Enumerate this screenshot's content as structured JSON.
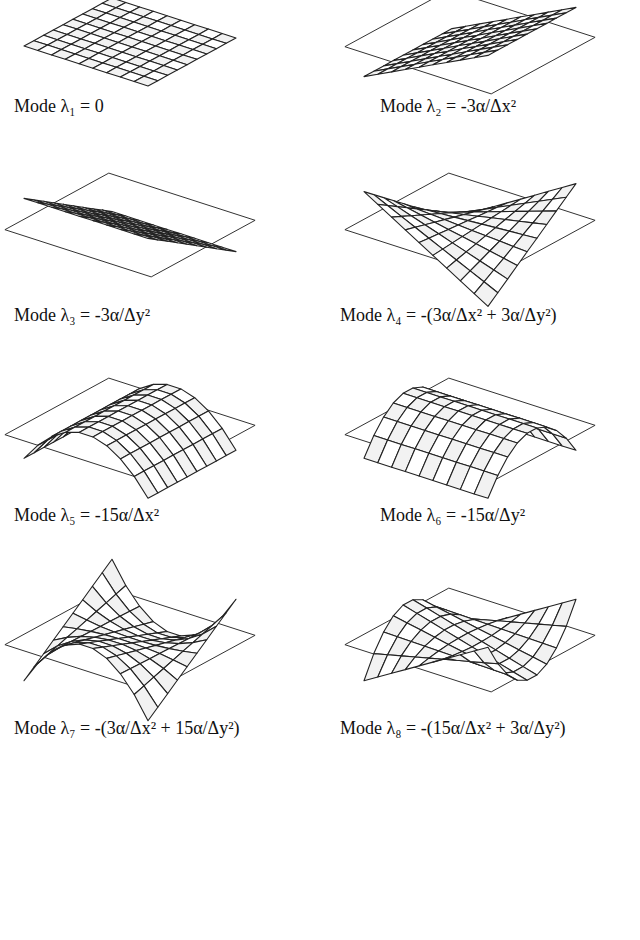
{
  "diagram": {
    "labels": [
      "Mode λ₁ = 0",
      "Mode λ₂ = -3α/Δx²",
      "Mode λ₃ = -3α/Δy²",
      "Mode λ₄ = -(3α/Δx² + 3α/Δy²)",
      "Mode λ₅ = -15α/Δx²",
      "Mode λ₆ = -15α/Δy²",
      "Mode λ₇ = -(3α/Δx² + 15α/Δy²)",
      "Mode λ₈ = -(15α/Δx² + 3α/Δy²)"
    ]
  }
}
